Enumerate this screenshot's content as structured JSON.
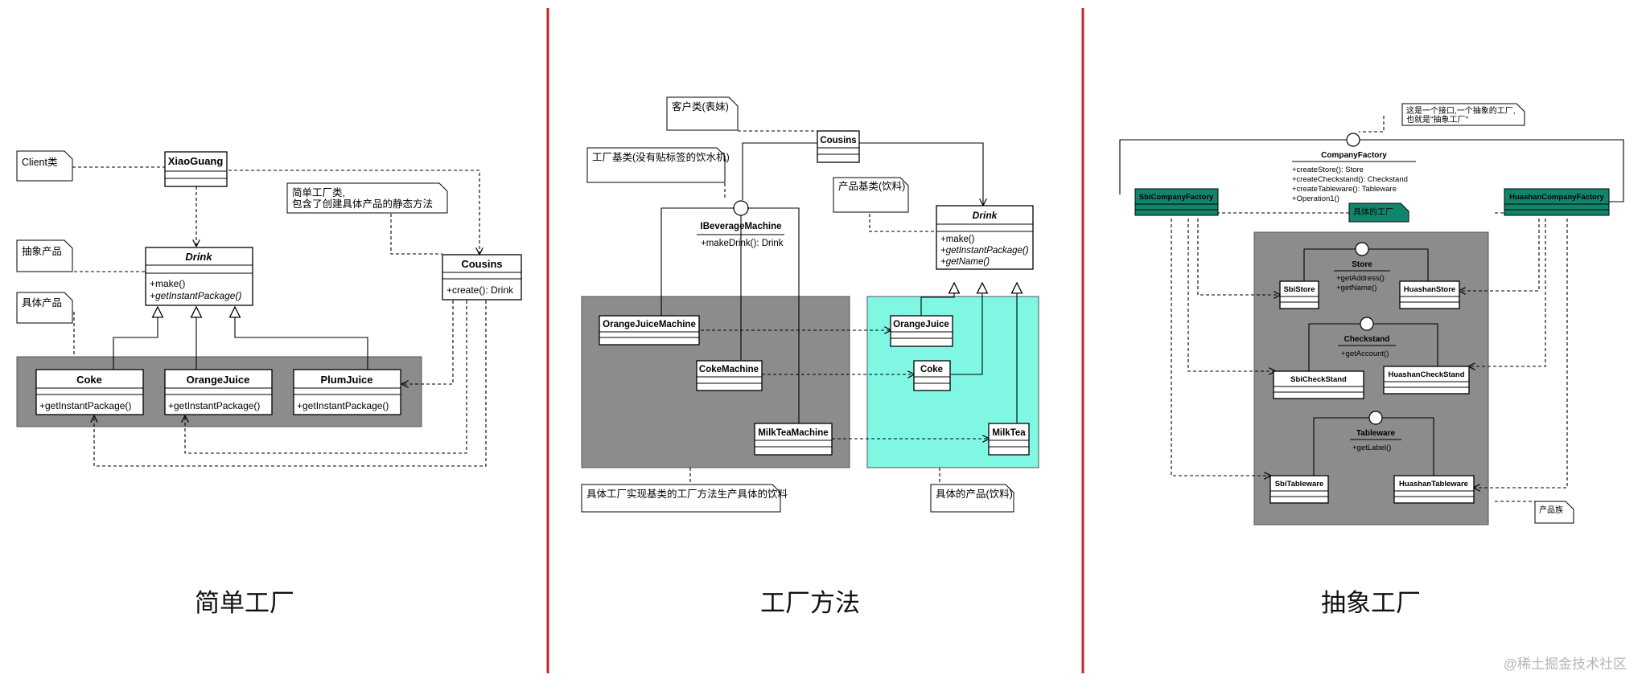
{
  "colors": {
    "divider": "#c0262d",
    "gray_panel": "#8c8c8c",
    "cyan_panel": "#7ff7e2",
    "teal_class": "#10856b",
    "watermark": "#b5b5b5"
  },
  "panels": {
    "simple": {
      "caption": "简单工厂",
      "notes": {
        "client": "Client类",
        "abstract_product": "抽象产品",
        "concrete_product": "具体产品",
        "factory_line1": "简单工厂类,",
        "factory_line2": "包含了创建具体产品的静态方法"
      },
      "classes": {
        "xiaoguang": {
          "name": "XiaoGuang"
        },
        "drink": {
          "name": "Drink",
          "ops": [
            "+make()",
            "+getInstantPackage()"
          ]
        },
        "cousins": {
          "name": "Cousins",
          "ops": [
            "+create(): Drink"
          ]
        },
        "coke": {
          "name": "Coke",
          "ops": [
            "+getInstantPackage()"
          ]
        },
        "orangejuice": {
          "name": "OrangeJuice",
          "ops": [
            "+getInstantPackage()"
          ]
        },
        "plumjuice": {
          "name": "PlumJuice",
          "ops": [
            "+getInstantPackage()"
          ]
        }
      }
    },
    "method": {
      "caption": "工厂方法",
      "notes": {
        "client": "客户类(表妹)",
        "factory_base": "工厂基类(没有贴标签的饮水机)",
        "product_base": "产品基类(饮料)",
        "concrete_factory": "具体工厂实现基类的工厂方法生产具体的饮料",
        "concrete_product": "具体的产品(饮料)"
      },
      "classes": {
        "cousins": {
          "name": "Cousins"
        },
        "ibeverage": {
          "name": "IBeverageMachine",
          "ops": [
            "+makeDrink(): Drink"
          ]
        },
        "drink": {
          "name": "Drink",
          "ops": [
            "+make()",
            "+getInstantPackage()",
            "+getName()"
          ]
        },
        "ojmachine": {
          "name": "OrangeJuiceMachine"
        },
        "cokemachine": {
          "name": "CokeMachine"
        },
        "milkteamachine": {
          "name": "MilkTeaMachine"
        },
        "orangejuice": {
          "name": "OrangeJuice"
        },
        "coke": {
          "name": "Coke"
        },
        "milktea": {
          "name": "MilkTea"
        }
      }
    },
    "abstract": {
      "caption": "抽象工厂",
      "notes": {
        "interface_line1": "这是一个接口,一个抽象的工厂,",
        "interface_line2": "也就是\"抽象工厂\"",
        "concrete_factory": "具体的工厂",
        "family": "产品族"
      },
      "classes": {
        "companyfactory": {
          "name": "CompanyFactory",
          "ops": [
            "+createStore(): Store",
            "+createCheckstand(): Checkstand",
            "+createTableware(): Tableware",
            "+Operation1()"
          ]
        },
        "sbi": {
          "name": "SbiCompanyFactory"
        },
        "huashan": {
          "name": "HuashanCompanyFactory"
        },
        "store": {
          "name": "Store",
          "ops": [
            "+getAddress()",
            "+getName()"
          ]
        },
        "sbistore": {
          "name": "SbiStore"
        },
        "huashanstore": {
          "name": "HuashanStore"
        },
        "checkstand": {
          "name": "Checkstand",
          "ops": [
            "+getAccount()"
          ]
        },
        "sbicheck": {
          "name": "SbiCheckStand"
        },
        "huashancheck": {
          "name": "HuashanCheckStand"
        },
        "tableware": {
          "name": "Tableware",
          "ops": [
            "+getLabel()"
          ]
        },
        "sbitable": {
          "name": "SbiTableware"
        },
        "huashantable": {
          "name": "HuashanTableware"
        }
      }
    }
  },
  "watermark": "@稀土掘金技术社区"
}
